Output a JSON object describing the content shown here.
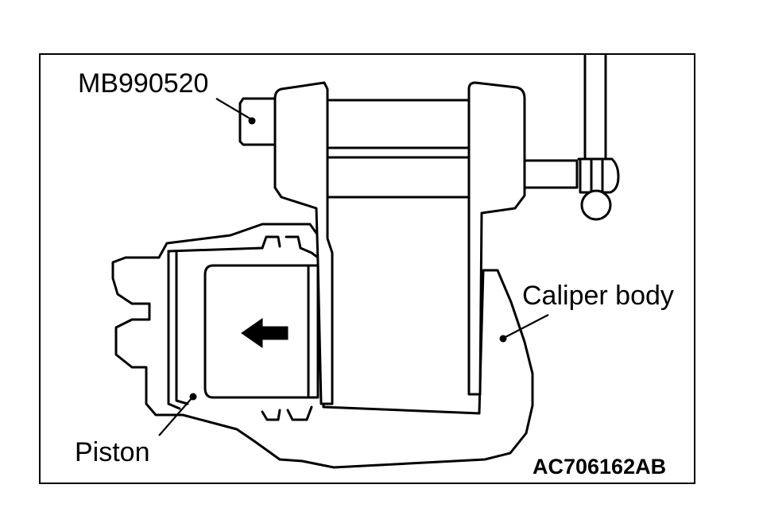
{
  "labels": {
    "tool": "MB990520",
    "caliper": "Caliper body",
    "piston": "Piston",
    "figure_code": "AC706162AB"
  },
  "colors": {
    "line": "#000000",
    "background": "#ffffff"
  },
  "icons": {
    "direction": "arrow-left-icon"
  }
}
